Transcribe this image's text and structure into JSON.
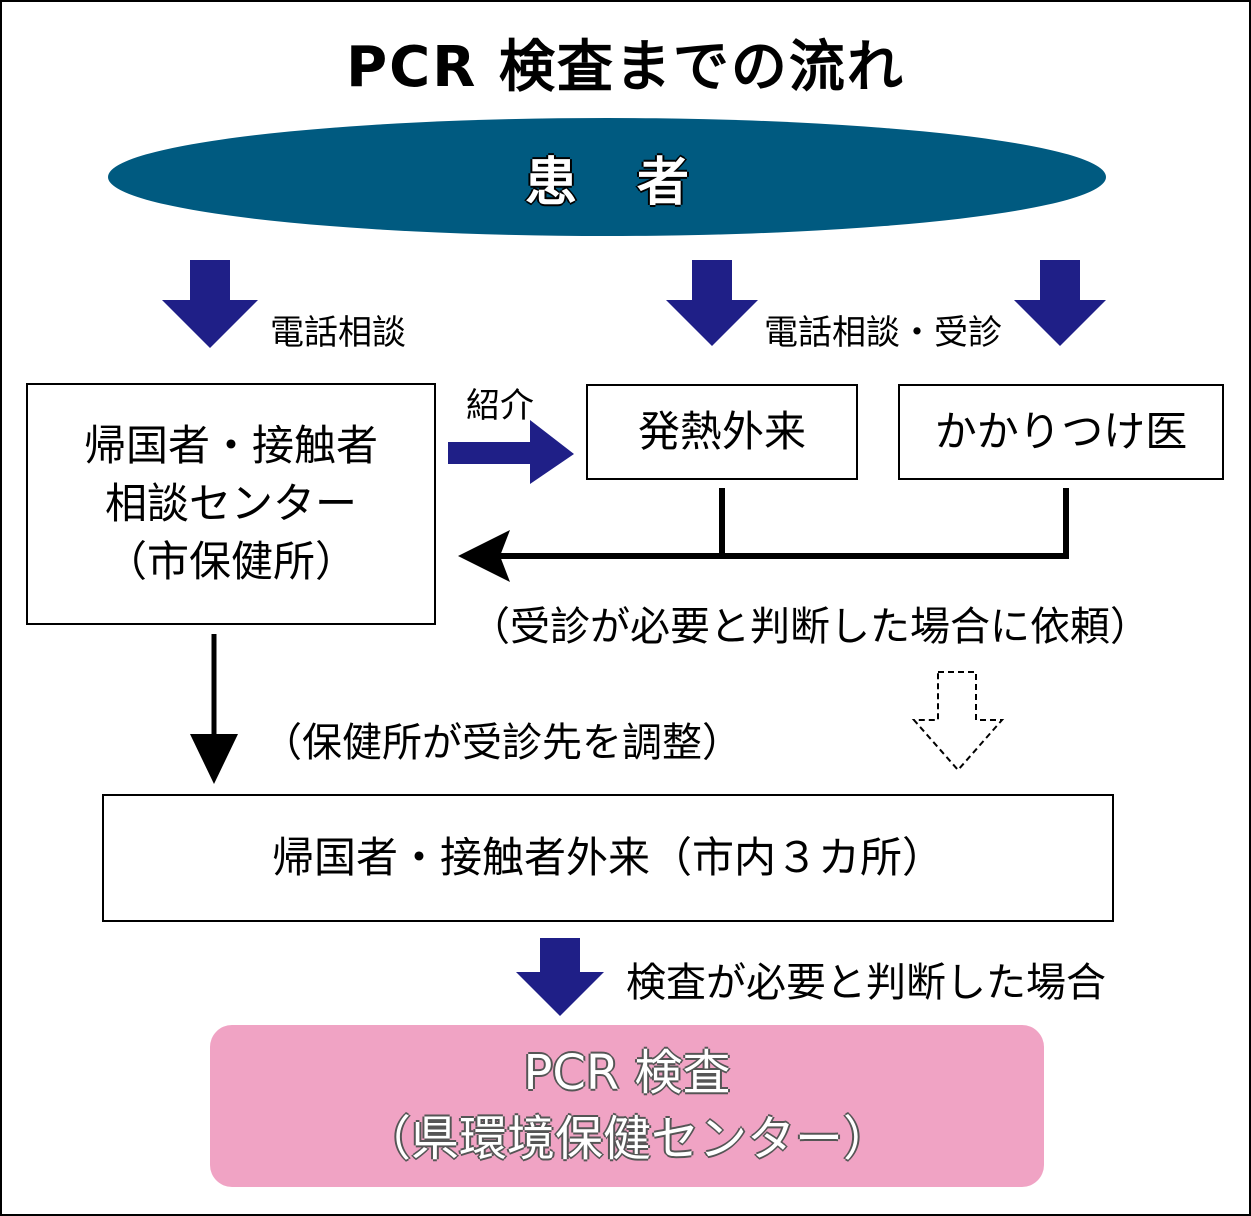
{
  "title": "PCR 検査までの流れ",
  "patient": "患者",
  "colors": {
    "ellipse": "#005a80",
    "blue_arrow": "#1f1f87",
    "pink_box": "#f0a3c4"
  },
  "labels": {
    "phone_consult": "電話相談",
    "phone_consult_visit": "電話相談・受診",
    "referral": "紹介",
    "request_note": "（受診が必要と判断した場合に依頼）",
    "adjust_note": "（保健所が受診先を調整）",
    "test_needed": "検査が必要と判断した場合"
  },
  "nodes": {
    "consult_center": [
      "帰国者・接触者",
      "相談センター",
      "（市保健所）"
    ],
    "fever_clinic": "発熱外来",
    "family_doctor": "かかりつけ医",
    "returnee_clinic": "帰国者・接触者外来（市内３カ所）",
    "pcr_test": [
      "PCR 検査",
      "（県環境保健センター）"
    ]
  }
}
